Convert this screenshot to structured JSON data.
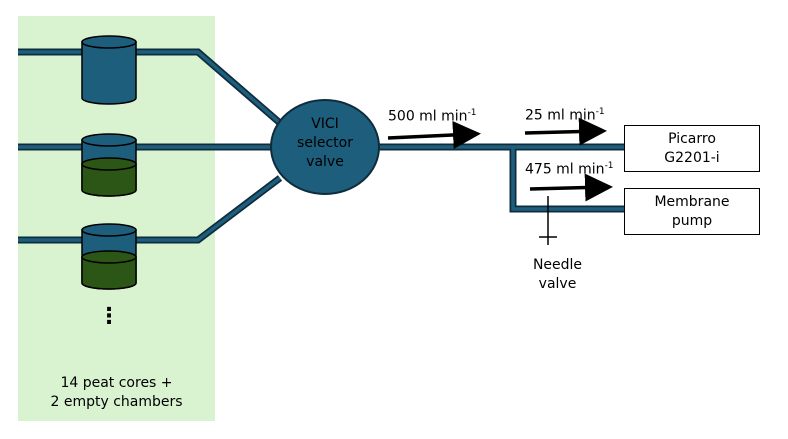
{
  "panel": {
    "caption_line1": "14 peat cores +",
    "caption_line2": "2 empty chambers",
    "ellipsis": "⋮"
  },
  "valve": {
    "line1": "VICI",
    "line2": "selector",
    "line3": "valve"
  },
  "flows": {
    "main": {
      "value": "500 ml min",
      "sup": "-1"
    },
    "picarro": {
      "value": "25 ml min",
      "sup": "-1"
    },
    "pump": {
      "value": "475 ml min",
      "sup": "-1"
    }
  },
  "devices": {
    "picarro_line1": "Picarro",
    "picarro_line2": "G2201-i",
    "pump_line1": "Membrane",
    "pump_line2": "pump"
  },
  "needle": {
    "line1": "Needle",
    "line2": "valve"
  },
  "colors": {
    "tube": "#1d5e7c",
    "tube_outline": "#0f2c3d",
    "soil": "#2c5616",
    "panel": "#d9f2d0",
    "arrow": "#000000"
  }
}
